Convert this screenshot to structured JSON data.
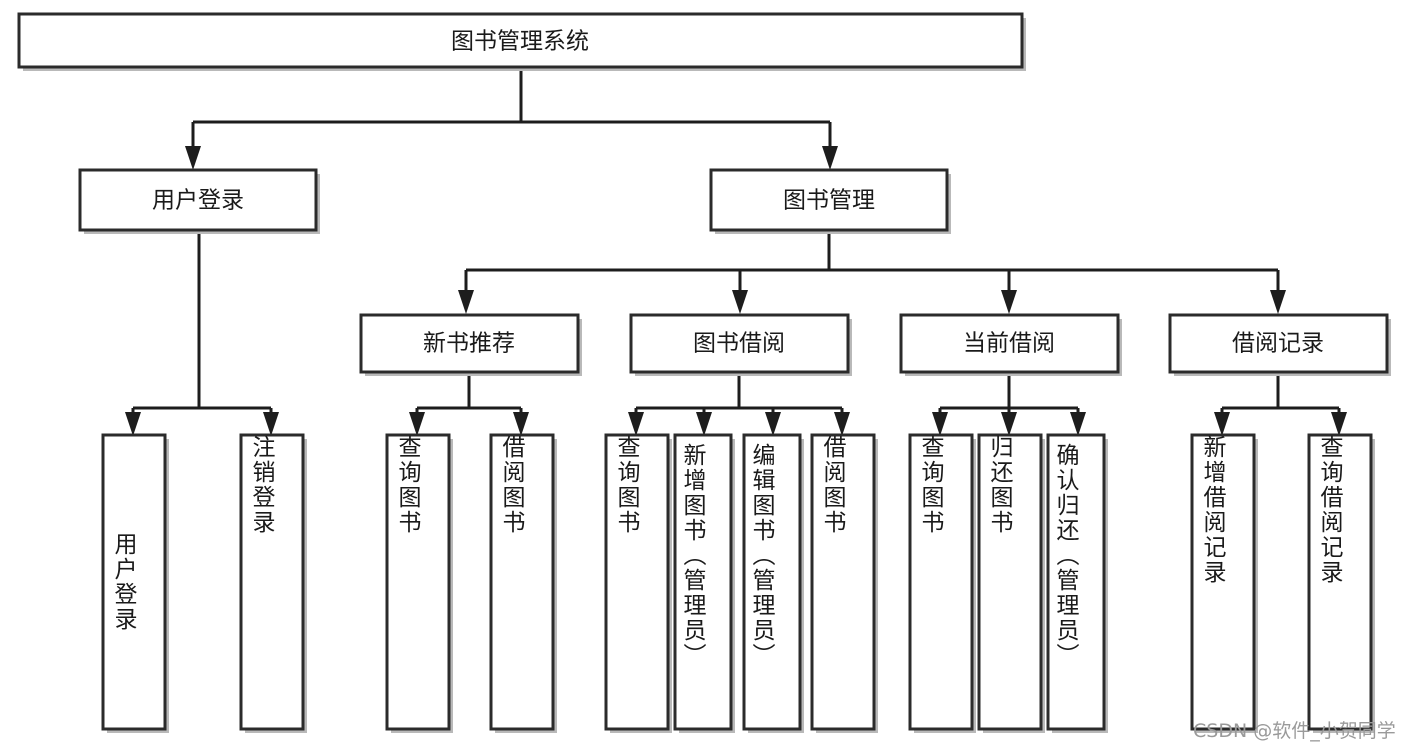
{
  "diagram": {
    "type": "tree",
    "title": "图书管理系统",
    "root": {
      "label": "图书管理系统"
    },
    "level2": [
      {
        "label": "用户登录"
      },
      {
        "label": "图书管理"
      }
    ],
    "level3": [
      {
        "label": "新书推荐"
      },
      {
        "label": "图书借阅"
      },
      {
        "label": "当前借阅"
      },
      {
        "label": "借阅记录"
      }
    ],
    "leaves": {
      "user_login": [
        {
          "label": "用户登录"
        },
        {
          "label": "注销登录"
        }
      ],
      "new_book_recommend": [
        {
          "label": "查询图书"
        },
        {
          "label": "借阅图书"
        }
      ],
      "book_borrow": [
        {
          "label": "查询图书"
        },
        {
          "label": "新增图书（管理员）"
        },
        {
          "label": "编辑图书（管理员）"
        },
        {
          "label": "借阅图书"
        }
      ],
      "current_borrow": [
        {
          "label": "查询图书"
        },
        {
          "label": "归还图书"
        },
        {
          "label": "确认归还（管理员）"
        }
      ],
      "borrow_record": [
        {
          "label": "新增借阅记录"
        },
        {
          "label": "查询借阅记录"
        }
      ]
    }
  },
  "watermark": {
    "text": "CSDN @软件_小贺同学"
  },
  "colors": {
    "box_border": "#2b2b2b",
    "connector": "#1d1d1d",
    "text": "#1a1a1a",
    "background": "#ffffff",
    "watermark": "#9a9a9a"
  }
}
